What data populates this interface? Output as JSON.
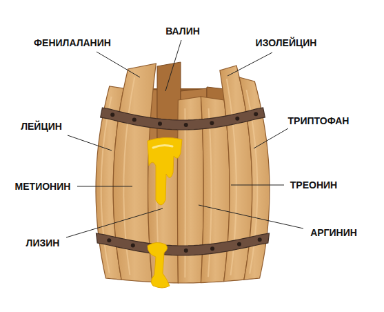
{
  "diagram": {
    "labels": [
      "ФЕНИЛАЛАНИН",
      "ВАЛИН",
      "ИЗОЛЕЙЦИН",
      "ЛЕЙЦИН",
      "ТРИПТОФАН",
      "МЕТИОНИН",
      "ТРЕОНИН",
      "ЛИЗИН",
      "АРГИНИН"
    ]
  }
}
